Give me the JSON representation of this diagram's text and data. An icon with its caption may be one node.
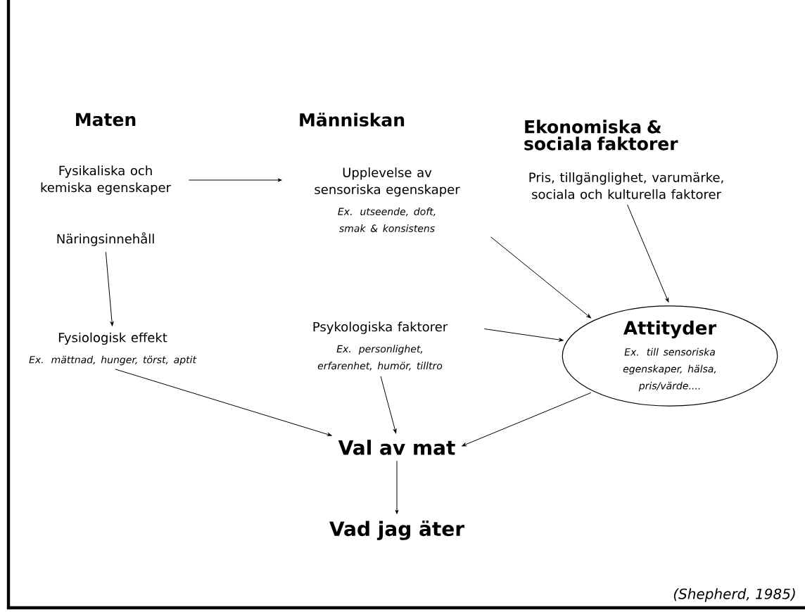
{
  "diagram": {
    "nodes": [
      {
        "text": [
          "Fysikaliska och kemiska egenskaper"
        ]
      },
      {
        "text": [
          "Näringsinnehåll"
        ]
      },
      {
        "text": [
          "Upplevelse av sensoriska egenskaper",
          "Ex. utseende, doft, smak & konsistens"
        ]
      },
      {
        "text": [
          "Pris, tillgänglighet, varumärke, sociala och kulturella faktorer"
        ]
      },
      {
        "text": [
          "Fysiologisk effekt",
          "Ex. mättnad, hunger, törst, aptit"
        ]
      },
      {
        "text": [
          "Psykologiska faktorer",
          "Ex. personlighet, erfarenhet, humör, tilltro"
        ]
      },
      {
        "text": [
          "Attityder",
          "Ex. till sensoriska egenskaper, hälsa, pris/värde...."
        ]
      },
      {
        "text": [
          "Val av mat"
        ]
      },
      {
        "text": [
          "Vad jag äter"
        ]
      }
    ],
    "edges": [
      {
        "from": 0,
        "to": 2,
        "arrow": "to"
      },
      {
        "from": 1,
        "to": 4,
        "arrow": "to"
      },
      {
        "from": 2,
        "to": 6,
        "arrow": "to"
      },
      {
        "from": 3,
        "to": 6,
        "arrow": "to"
      },
      {
        "from": 5,
        "to": 6,
        "arrow": "to"
      },
      {
        "from": 4,
        "to": 7,
        "arrow": "to"
      },
      {
        "from": 5,
        "to": 7,
        "arrow": "to"
      },
      {
        "from": 6,
        "to": 7,
        "arrow": "to"
      },
      {
        "from": 7,
        "to": 8,
        "arrow": "to"
      }
    ],
    "labels": [
      "Maten",
      "Människan",
      "Ekonomiska & sociala faktorer",
      "(Shepherd, 1985)"
    ]
  }
}
